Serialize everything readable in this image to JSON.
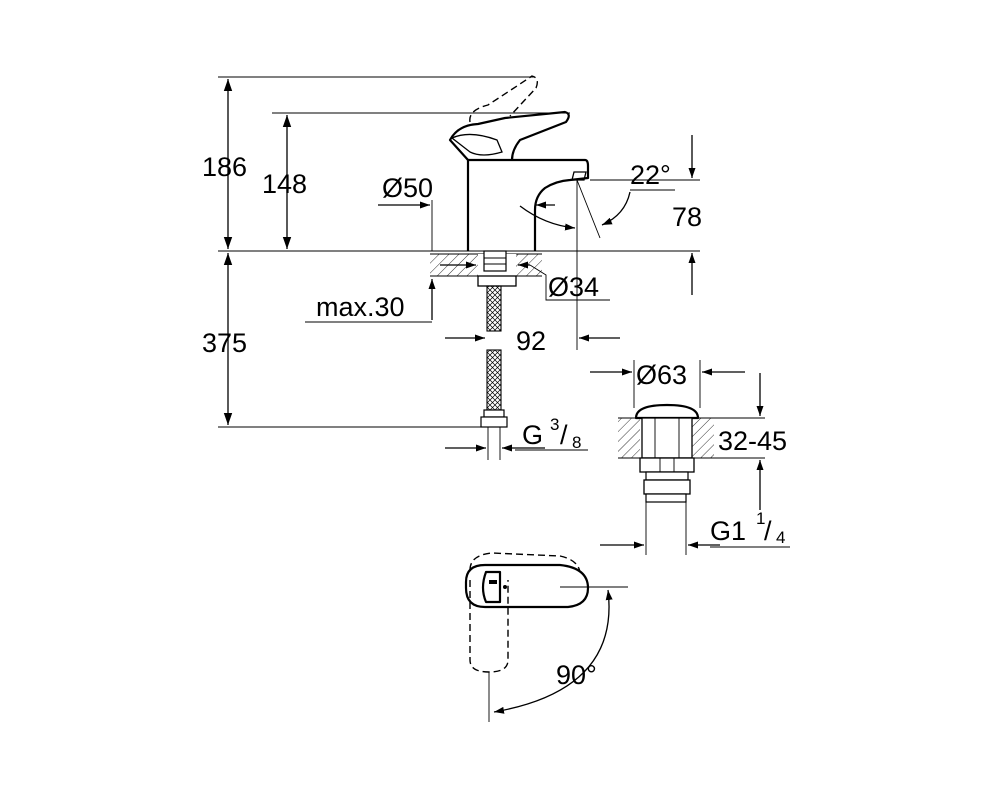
{
  "dimensions": {
    "total_height": "186",
    "spout_height": "148",
    "body_diameter": "Ø50",
    "spout_angle": "22°",
    "spout_reach": "78",
    "countertop_thickness": "max.30",
    "hole_diameter": "Ø34",
    "hose_length": "375",
    "spout_projection": "92",
    "hose_thread": "G",
    "hose_thread_num": "3",
    "hose_thread_den": "8",
    "waste_diameter": "Ø63",
    "waste_thickness": "32-45",
    "waste_thread": "G1",
    "waste_thread_num": "1",
    "waste_thread_den": "4",
    "lever_rotation": "90°"
  }
}
